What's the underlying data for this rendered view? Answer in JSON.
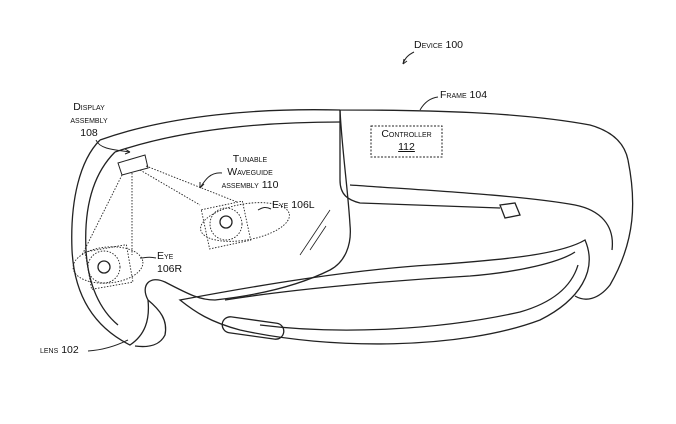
{
  "labels": {
    "device": "Device 100",
    "frame": "Frame 104",
    "display_l1": "Display",
    "display_l2": "assembly",
    "display_l3": "108",
    "controller_l1": "Controller",
    "controller_l2": "112",
    "waveguide_l1": "Tunable",
    "waveguide_l2": "Waveguide",
    "waveguide_l3": "assembly 110",
    "eye_left": "Eye 106L",
    "eye_right_l1": "Eye",
    "eye_right_l2": "106R",
    "lens": "lens 102"
  }
}
